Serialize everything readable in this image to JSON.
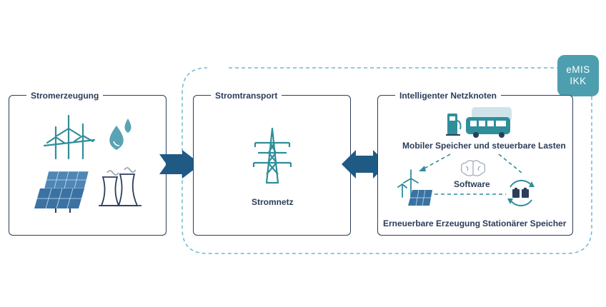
{
  "colors": {
    "navy": "#2b3d5a",
    "teal": "#2f8e9a",
    "teal_light": "#6bb8c2",
    "arrow_blue": "#1f5a85",
    "badge": "#4d9fb0",
    "dashed": "#6bb8d2"
  },
  "badge": {
    "line1": "eMIS",
    "line2": "IKK"
  },
  "boxes": {
    "generation": {
      "title": "Stromerzeugung",
      "icons": [
        "wind-turbine-icon",
        "water-drops-icon",
        "solar-panel-icon",
        "power-plant-icon"
      ]
    },
    "transport": {
      "title": "Stromtransport",
      "caption": "Stromnetz",
      "icons": [
        "power-pylon-icon"
      ]
    },
    "node": {
      "title": "Intelligenter Netzknoten",
      "mobile_label": "Mobiler Speicher und steuerbare Lasten",
      "software_label": "Software",
      "renewable_label": "Erneuerbare Erzeugung",
      "stationary_label": "Stationärer Speicher",
      "icons": [
        "electric-bus-icon",
        "charging-station-icon",
        "brain-icon",
        "wind-solar-icon",
        "battery-cycle-icon"
      ]
    }
  }
}
